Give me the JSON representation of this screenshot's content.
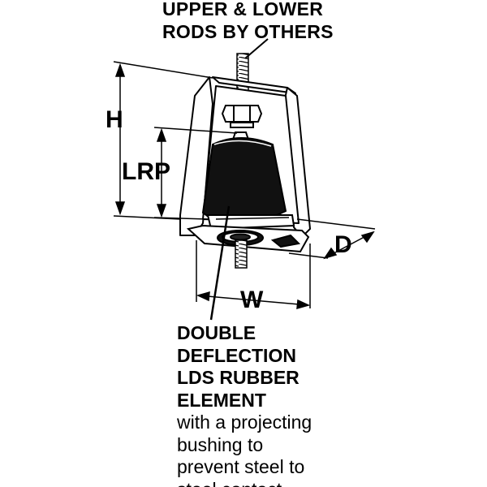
{
  "callouts": {
    "rods": [
      "UPPER & LOWER",
      "RODS BY OTHERS"
    ],
    "element_bold": [
      "DOUBLE",
      "DEFLECTION",
      "LDS RUBBER",
      "ELEMENT"
    ],
    "element_regular": [
      "with a projecting",
      "bushing to",
      "prevent steel to",
      "steel contact."
    ]
  },
  "dimensions": {
    "height": "H",
    "lrp": "LRP",
    "depth": "D",
    "width": "W"
  }
}
